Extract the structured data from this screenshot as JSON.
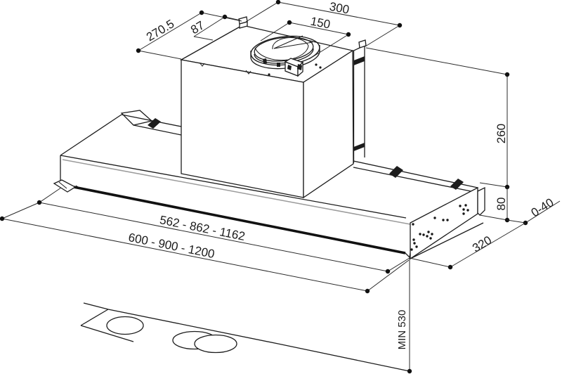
{
  "drawing": {
    "background": "#ffffff",
    "line_color": "#1c1c1c",
    "secondary_line_color": "#9b9b9b",
    "labels": {
      "top_depth": "270.5",
      "spigot_offset": "87",
      "bracket_width": "300",
      "duct_diameter": "150",
      "bracket_height": "260",
      "body_height": "80",
      "front_adjust": "0-40",
      "body_depth": "320",
      "inner_width": "562 - 862 - 1162",
      "total_width": "600 - 900 - 1200",
      "min_hob_distance": "MIN 530"
    }
  }
}
